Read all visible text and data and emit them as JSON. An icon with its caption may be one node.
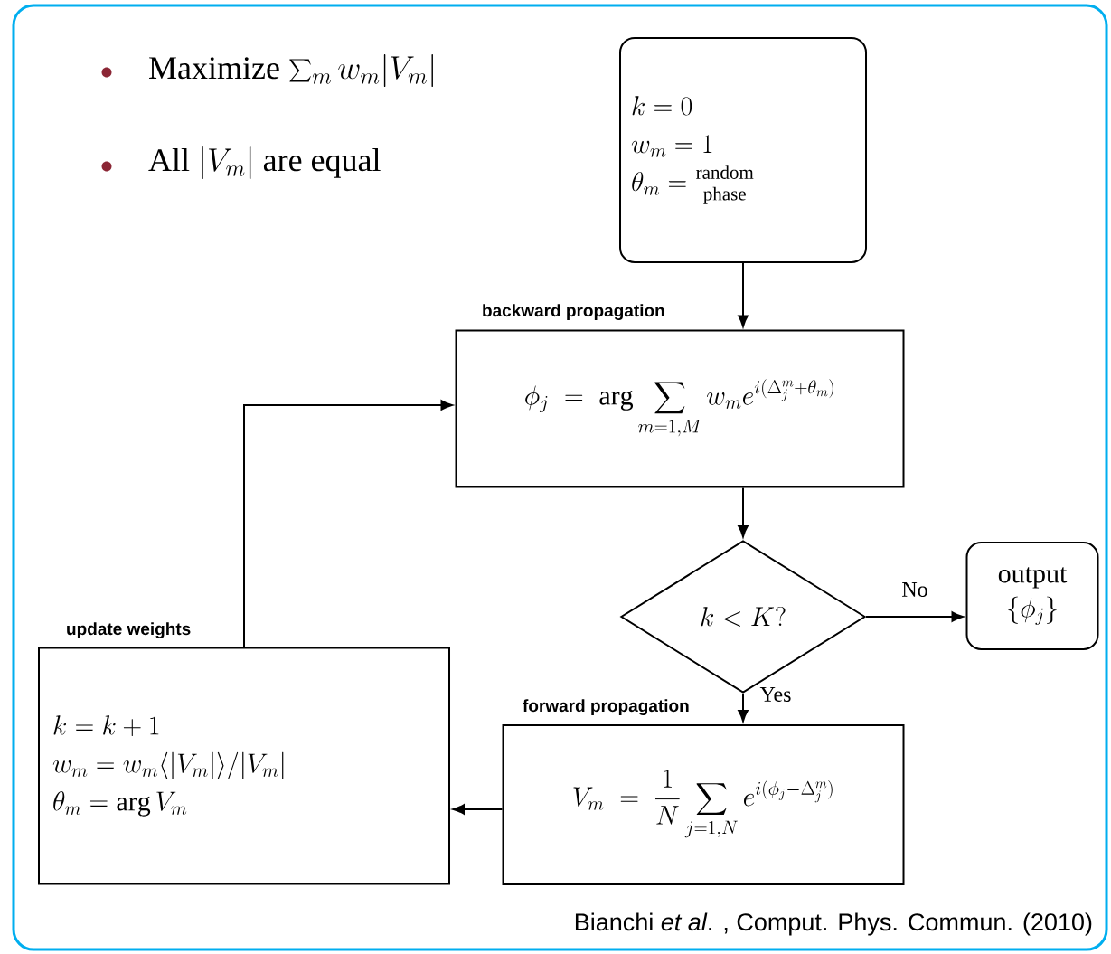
{
  "diagram": {
    "nodes": [
      {
        "text": [
          "k = 0",
          "w_m = 1",
          "\\theta_m = \\genfrac{}{}{0pt}{1}{\\mathrm{random}}{\\mathrm{phase}}"
        ]
      },
      {
        "text": [
          "backward propagation",
          "\\phi_j = \\arg \\sum_{m=1,M} w_m e^{i(\\Delta_j^m+\\theta_m)}"
        ]
      },
      {
        "text": [
          "k < K?"
        ]
      },
      {
        "text": [
          "output",
          "\\{\\phi_j\\}"
        ]
      },
      {
        "text": [
          "forward propagation",
          "V_m = \\frac{1}{N} \\sum_{j=1,N} e^{i(\\phi_j-\\Delta_j^m)}"
        ]
      },
      {
        "text": [
          "update weights",
          "k = k + 1",
          "w_m = w_m \\langle |V_m| \\rangle / |V_m|",
          "\\theta_m = \\arg V_m"
        ]
      }
    ],
    "edges": [
      {
        "from": 0,
        "to": 1,
        "arrow": "to"
      },
      {
        "from": 1,
        "to": 2,
        "arrow": "to"
      },
      {
        "from": 2,
        "to": 3,
        "arrow": "to",
        "label": "No"
      },
      {
        "from": 2,
        "to": 4,
        "arrow": "to",
        "label": "Yes"
      },
      {
        "from": 4,
        "to": 5,
        "arrow": "to"
      },
      {
        "from": 5,
        "to": 1,
        "arrow": "to"
      }
    ],
    "labels": [
      "Maximize",
      "\\sum_m w_m |V_m|",
      "All",
      "|V_m|",
      "are equal",
      "Bianchi *et al*. , Comput. Phys. Commun. (2010)"
    ]
  }
}
